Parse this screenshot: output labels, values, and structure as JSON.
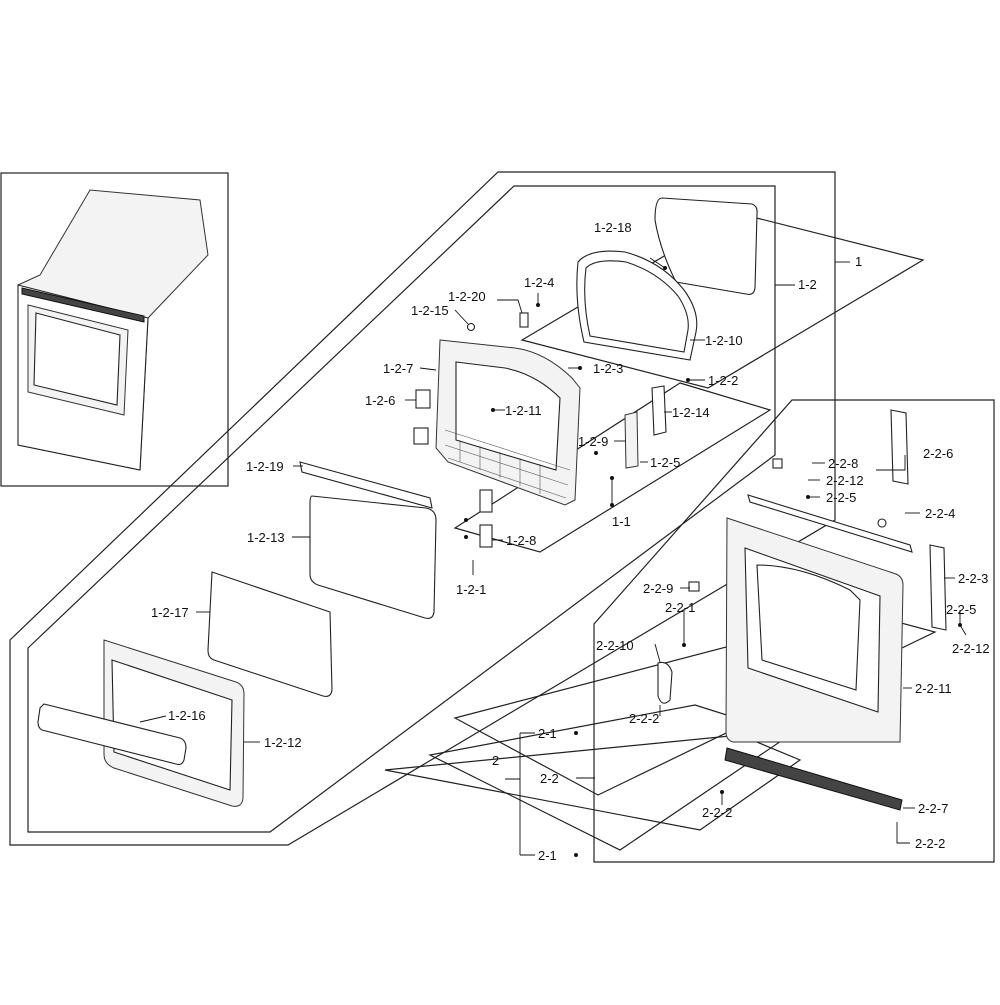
{
  "diagram": {
    "labels": {
      "l1": "1",
      "l1_1": "1-1",
      "l1_2": "1-2",
      "l1_2_1": "1-2-1",
      "l1_2_2": "1-2-2",
      "l1_2_3": "1-2-3",
      "l1_2_4": "1-2-4",
      "l1_2_5": "1-2-5",
      "l1_2_6": "1-2-6",
      "l1_2_7": "1-2-7",
      "l1_2_8": "1-2-8",
      "l1_2_9": "1-2-9",
      "l1_2_10": "1-2-10",
      "l1_2_11": "1-2-11",
      "l1_2_12": "1-2-12",
      "l1_2_13": "1-2-13",
      "l1_2_14": "1-2-14",
      "l1_2_15": "1-2-15",
      "l1_2_16": "1-2-16",
      "l1_2_17": "1-2-17",
      "l1_2_18": "1-2-18",
      "l1_2_19": "1-2-19",
      "l1_2_20": "1-2-20",
      "l2": "2",
      "l2_1a": "2-1",
      "l2_1b": "2-1",
      "l2_2": "2-2",
      "l2_2_1": "2-2-1",
      "l2_2_2a": "2-2-2",
      "l2_2_2b": "2-2-2",
      "l2_2_2c": "2-2-2",
      "l2_2_3": "2-2-3",
      "l2_2_4": "2-2-4",
      "l2_2_5a": "2-2-5",
      "l2_2_5b": "2-2-5",
      "l2_2_6": "2-2-6",
      "l2_2_7": "2-2-7",
      "l2_2_8": "2-2-8",
      "l2_2_9": "2-2-9",
      "l2_2_10": "2-2-10",
      "l2_2_11": "2-2-11",
      "l2_2_12a": "2-2-12",
      "l2_2_12b": "2-2-12"
    }
  }
}
